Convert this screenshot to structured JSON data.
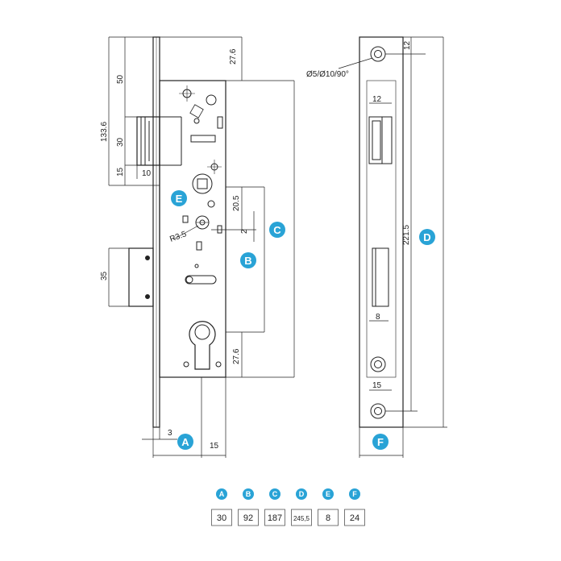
{
  "dimensions": {
    "d_27_6_top": "27.6",
    "d_50": "50",
    "d_133_6": "133.6",
    "d_30": "30",
    "d_15_left": "15",
    "d_10": "10",
    "d_20_5": "20.5",
    "d_r3_5": "R3.5",
    "d_2": "2",
    "d_35": "35",
    "d_27_6_bottom": "27.6",
    "d_3": "3",
    "d_15_bottom": "15",
    "d_hole": "Ø5/Ø10/90°",
    "d_12_top": "12",
    "d_12_inner": "12",
    "d_221_5": "221.5",
    "d_8": "8",
    "d_15_plate": "15"
  },
  "markers": {
    "a": "A",
    "b": "B",
    "c": "C",
    "d": "D",
    "e": "E",
    "f": "F"
  },
  "legend": [
    {
      "label": "A",
      "value": "30"
    },
    {
      "label": "B",
      "value": "92"
    },
    {
      "label": "C",
      "value": "187"
    },
    {
      "label": "D",
      "value": "245,5"
    },
    {
      "label": "E",
      "value": "8"
    },
    {
      "label": "F",
      "value": "24"
    }
  ],
  "colors": {
    "marker": "#29a3d6",
    "line": "#222222"
  }
}
